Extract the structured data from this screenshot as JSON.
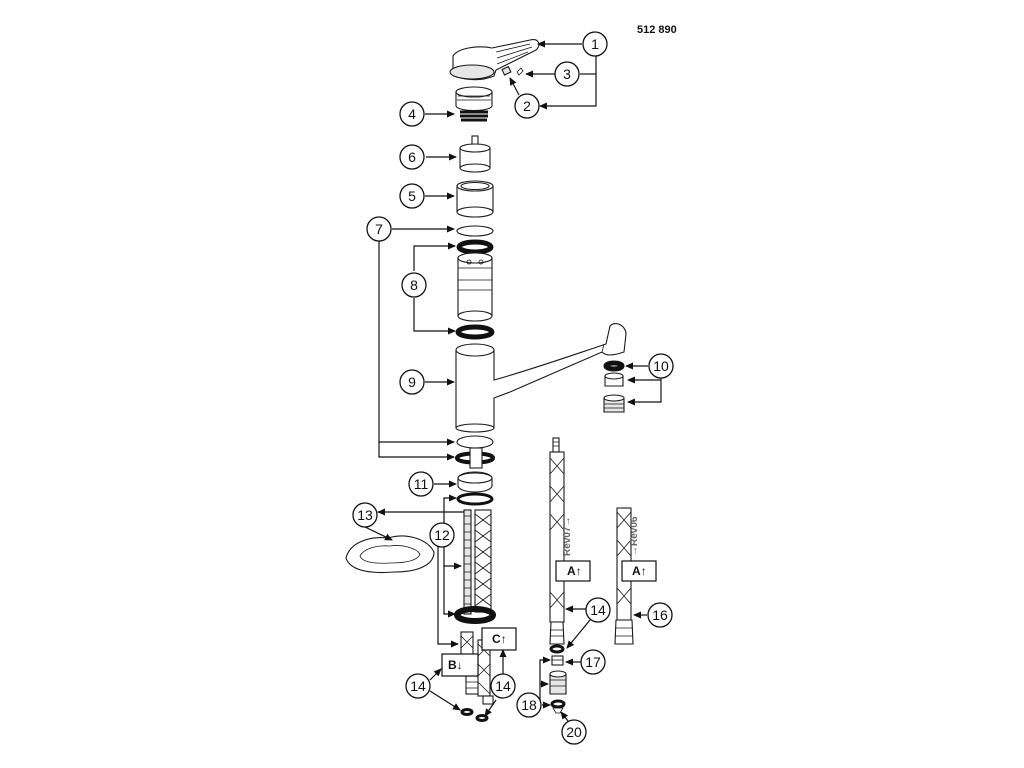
{
  "drawing_number": "512 890",
  "callouts": {
    "c1": "1",
    "c2": "2",
    "c3": "3",
    "c4": "4",
    "c5": "5",
    "c6": "6",
    "c7": "7",
    "c8": "8",
    "c9": "9",
    "c10": "10",
    "c11": "11",
    "c12": "12",
    "c13": "13",
    "c14a": "14",
    "c14b": "14",
    "c14c": "14",
    "c16": "16",
    "c17": "17",
    "c18": "18",
    "c20": "20"
  },
  "hose_labels": {
    "a_center": "A↑",
    "a_right": "A↑",
    "b": "B↓",
    "c": "C↑"
  },
  "revision_labels": {
    "center_hose": "Rev07→",
    "right_hose": "→Rev06"
  }
}
